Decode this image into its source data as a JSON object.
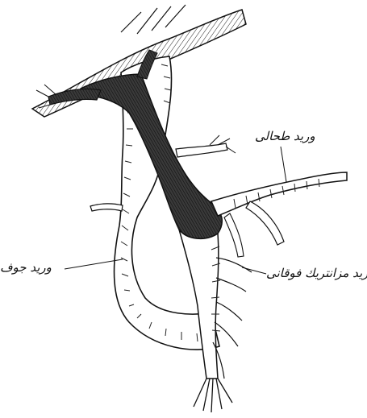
{
  "figure": {
    "labels": {
      "splenic_vein": "وريد طحالى",
      "superior_mesenteric_vein": "وريد مزانتريك فوقانى",
      "vena_cava": "وريد جوف"
    }
  }
}
